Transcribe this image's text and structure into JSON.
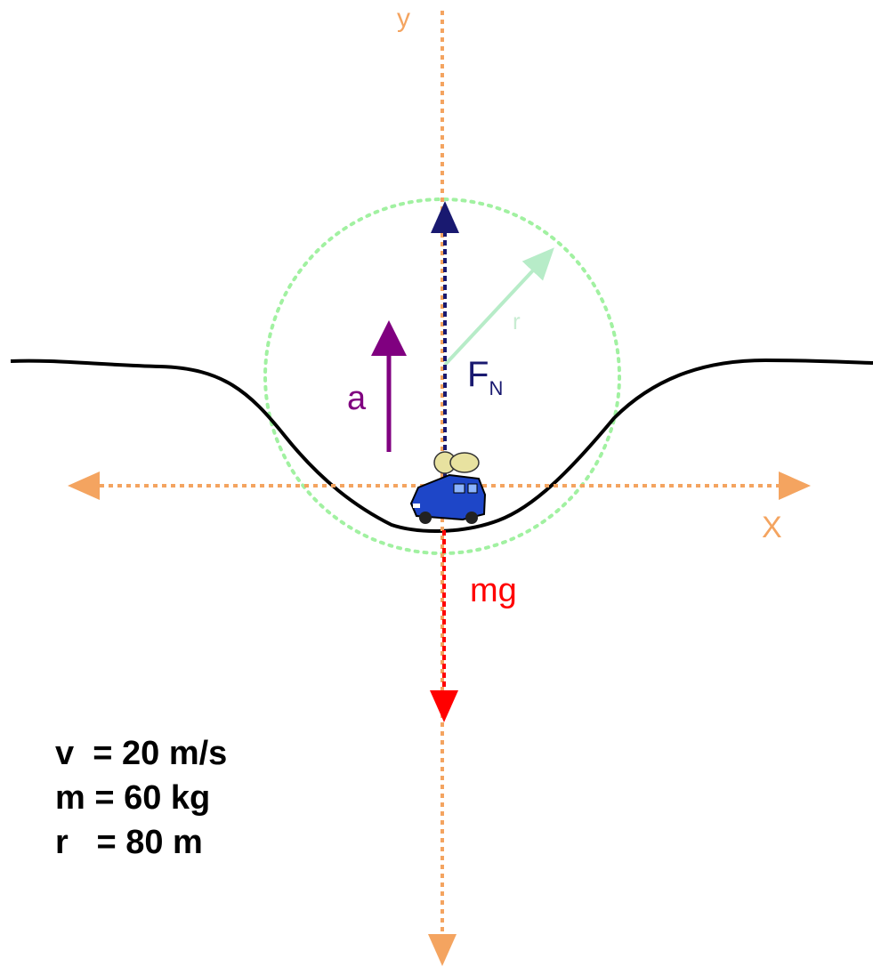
{
  "axes": {
    "y_label": "y",
    "x_label": "X",
    "color": "#f4a460"
  },
  "forces": {
    "normal": {
      "label_main": "F",
      "label_sub": "N",
      "color": "#191970"
    },
    "weight": {
      "label": "mg",
      "color": "#ff0000"
    },
    "acceleration": {
      "label": "a",
      "color": "#800080"
    }
  },
  "circle": {
    "radius_label": "r",
    "color": "#90ee90"
  },
  "road": {
    "color": "#000000"
  },
  "vehicle": {
    "icon": "car-icon",
    "body_color": "#1e46c8",
    "luggage_color": "#e8e2a0"
  },
  "given": {
    "v_line": "v  = 20 m/s",
    "m_line": "m = 60 kg",
    "r_line": "r   = 80 m"
  }
}
